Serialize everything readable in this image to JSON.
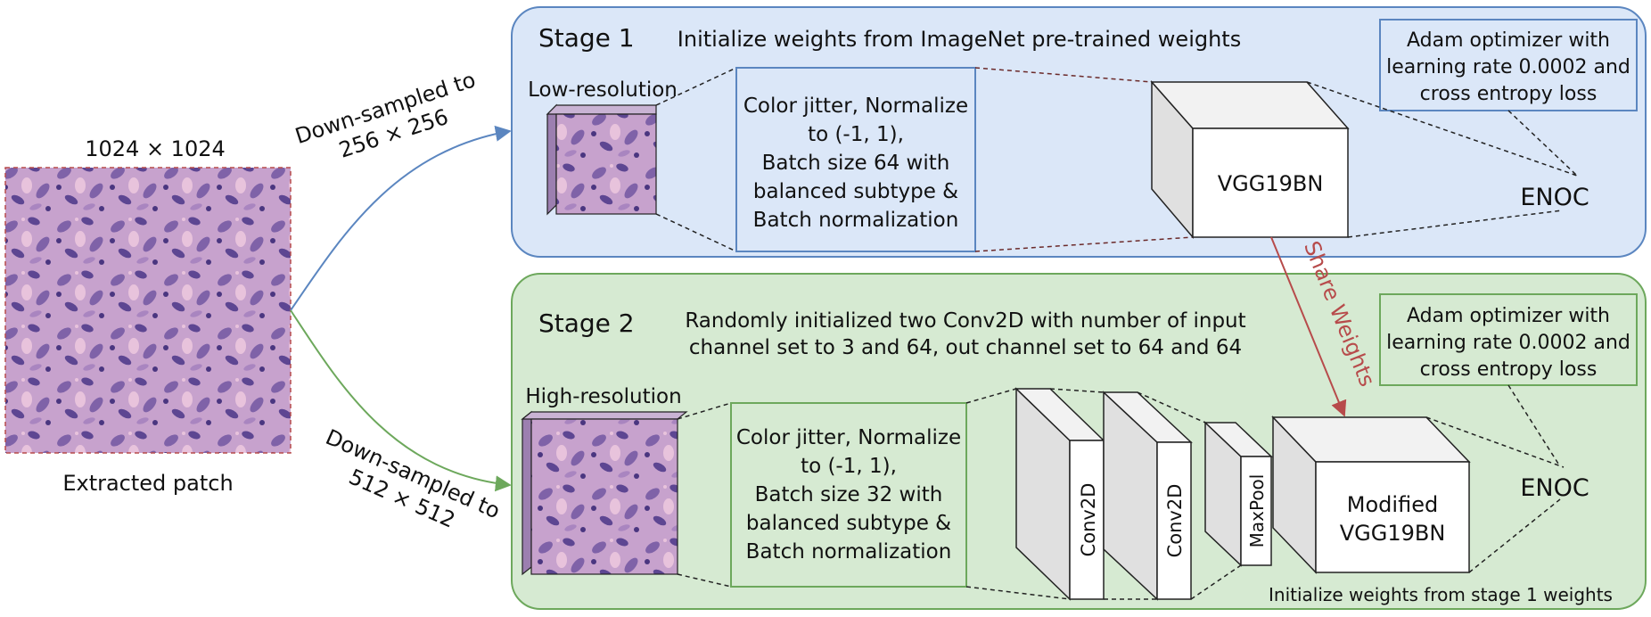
{
  "patch": {
    "size_label": "1024 × 1024",
    "caption": "Extracted patch",
    "tissue_colors": [
      "#c7a2cd",
      "#7f62a8",
      "#5d4692",
      "#e8c3dc",
      "#a985c0"
    ]
  },
  "arrows": {
    "down_low_line1": "Down-sampled to",
    "down_low_line2": "256 × 256",
    "down_high_line1": "Down-sampled to",
    "down_high_line2": "512 × 512",
    "share_weights": "Share Weights"
  },
  "stage1": {
    "title": "Stage 1",
    "init_text": "Initialize weights from ImageNet pre-trained weights",
    "input_label": "Low-resolution",
    "aug_lines": [
      "Color jitter, Normalize",
      "to (-1, 1),",
      "Batch size 64 with",
      "balanced subtype &",
      "Batch normalization"
    ],
    "model_label": "VGG19BN",
    "optimizer_lines": [
      "Adam optimizer with",
      "learning rate 0.0002 and",
      "cross entropy loss"
    ],
    "loss_label": "ENOC"
  },
  "stage2": {
    "title": "Stage 2",
    "init_lines": [
      "Randomly initialized two Conv2D with number of input",
      "channel set to 3 and 64, out channel set to 64 and 64"
    ],
    "input_label": "High-resolution",
    "aug_lines": [
      "Color jitter, Normalize",
      "to (-1, 1),",
      "Batch size 32 with",
      "balanced subtype &",
      "Batch normalization"
    ],
    "conv1_label": "Conv2D",
    "conv2_label": "Conv2D",
    "pool_label": "MaxPool",
    "model_lines": [
      "Modified",
      "VGG19BN"
    ],
    "optimizer_lines": [
      "Adam optimizer with",
      "learning rate 0.0002 and",
      "cross entropy loss"
    ],
    "loss_label": "ENOC",
    "footer": "Initialize weights from stage 1 weights"
  },
  "colors": {
    "stage1_fill": "#dbe7f8",
    "stage1_stroke": "#5b86c0",
    "stage2_fill": "#d6ead2",
    "stage2_stroke": "#6da85c",
    "arrow_blue": "#5b86c0",
    "arrow_green": "#6da85c",
    "arrow_red": "#b74b4b"
  }
}
